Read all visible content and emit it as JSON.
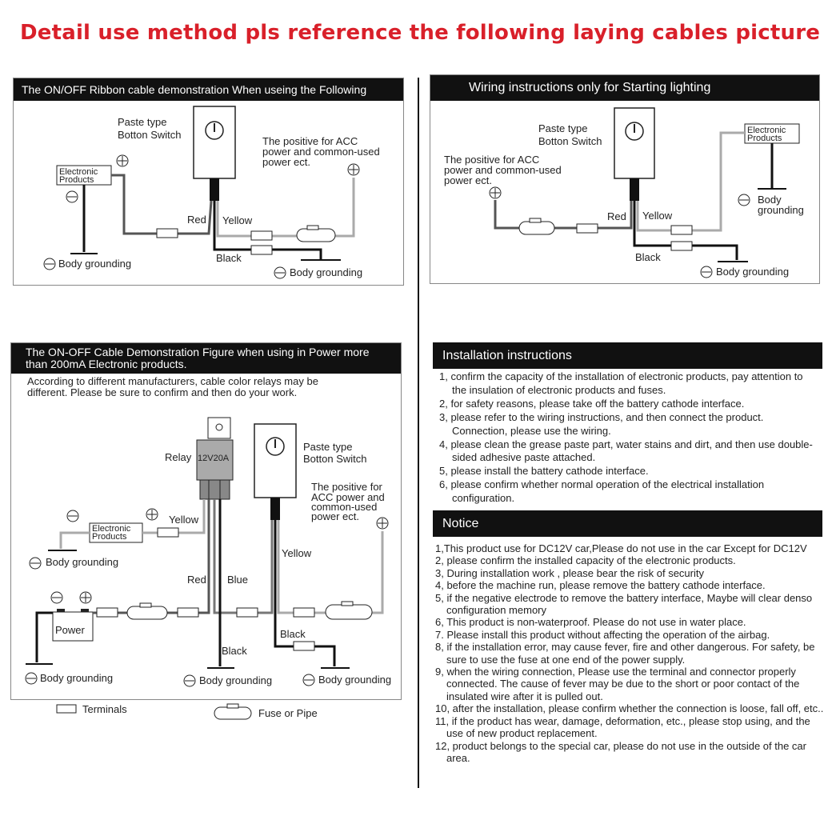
{
  "title": "Detail use method pls reference the following laying cables picture",
  "panel1": {
    "header": "The ON/OFF Ribbon cable demonstration When useing the Following",
    "switch_label_1": "Paste type",
    "switch_label_2": "Botton Switch",
    "positive_1": "The positive for ACC",
    "positive_2": "power and common-used",
    "positive_3": "power ect.",
    "electronic_1": "Electronic",
    "electronic_2": "Products",
    "red": "Red",
    "yellow": "Yellow",
    "black": "Black",
    "ground_left": "Body grounding",
    "ground_right": "Body grounding"
  },
  "panel2": {
    "header": "Wiring instructions only  for Starting lighting",
    "switch_label_1": "Paste type",
    "switch_label_2": "Botton Switch",
    "positive_1": "The positive for ACC",
    "positive_2": "power and common-used",
    "positive_3": "power ect.",
    "electronic_1": "Electronic",
    "electronic_2": "Products",
    "body_1": "Body",
    "body_2": "grounding",
    "red": "Red",
    "yellow": "Yellow",
    "black": "Black",
    "ground": "Body grounding"
  },
  "panel3": {
    "header_1": "The ON-OFF Cable Demonstration Figure when using in Power more",
    "header_2": "than 200mA Electronic products.",
    "note_1": "According to different manufacturers, cable color relays may be",
    "note_2": "different. Please be sure to confirm and then do your work.",
    "relay": "Relay",
    "relay_rating": "12V20A",
    "switch_label_1": "Paste type",
    "switch_label_2": "Botton Switch",
    "positive_1": "The positive for",
    "positive_2": "ACC power and",
    "positive_3": "common-used",
    "positive_4": "power ect.",
    "electronic_1": "Electronic",
    "electronic_2": "Products",
    "yellow_left": "Yellow",
    "yellow_right": "Yellow",
    "red": "Red",
    "blue": "Blue",
    "black_center": "Black",
    "black_right": "Black",
    "power": "Power",
    "ground_1": "Body grounding",
    "ground_2": "Body grounding",
    "ground_3": "Body grounding",
    "ground_4": "Body grounding",
    "legend_terminals": "Terminals",
    "legend_fuse": "Fuse or Pipe"
  },
  "installation": {
    "header": "Installation instructions",
    "items": [
      "1, confirm the capacity of the installation of electronic products, pay attention to the insulation of electronic products and fuses.",
      "2, for safety reasons, please take off the battery cathode interface.",
      "3, please refer to the wiring instructions, and then connect the product. Connection, please use the wiring.",
      "4, please clean the grease paste part, water stains and dirt, and then use double-sided adhesive paste attached.",
      "5, please install the battery cathode interface.",
      "6, please confirm whether normal operation of the electrical installation configuration."
    ]
  },
  "notice": {
    "header": "Notice",
    "items": [
      "1,This product use for DC12V car,Please do not use in the car Except for DC12V",
      "2, please confirm the installed capacity of the electronic products.",
      "3, During installation work , please bear the risk of security",
      "4, before the machine run, please remove the battery cathode interface.",
      "5, if the negative electrode to remove the battery interface, Maybe will clear denso configuration memory",
      "6, This product is non-waterproof. Please do not use  in water place.",
      "7. Please install this product without affecting the operation of the airbag.",
      "8, if the installation error, may cause fever, fire and other dangerous. For safety, be sure to use the fuse at one end of the power supply.",
      "9, when the wiring connection, Please use the terminal and connector properly connected. The cause of fever may be due to the short or poor contact of the insulated wire after it is pulled out.",
      "10, after the installation, please confirm whether the connection is loose, fall off, etc..",
      "11, if the product has wear, damage, deformation, etc., please stop using, and the use of new product replacement.",
      "12, product belongs to the special car, please do not use in the  outside of the car area."
    ]
  }
}
